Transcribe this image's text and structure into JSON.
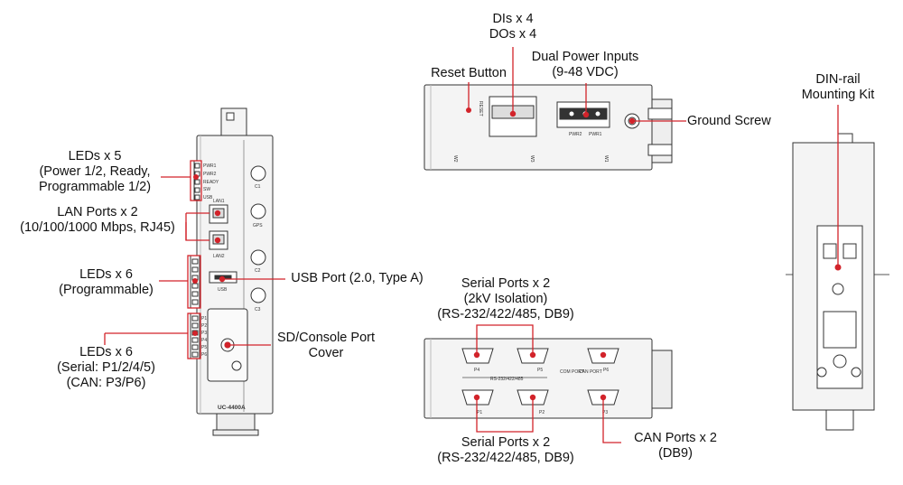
{
  "colors": {
    "callout": "#d2232a",
    "device": "#f4f4f4",
    "outline": "#333333"
  },
  "device_labels": {
    "model": "UC-4400A",
    "lan1": "LAN1",
    "lan2": "LAN2",
    "usb": "USB",
    "c1": "C1",
    "gps": "GPS",
    "c2": "C2",
    "c3": "C3",
    "reset": "RESET",
    "pwr2": "PWR2",
    "pwr1": "PWR1",
    "led_pwr1": "PWR1",
    "led_pwr2": "PWR2",
    "led_ready": "READY",
    "led_sw": "SW",
    "led_usb": "USB",
    "p1": "P1",
    "p2": "P2",
    "p3": "P3",
    "p4": "P4",
    "p5": "P5",
    "p6": "P6",
    "serial_range": "RS-232/422/485",
    "com_port": "COM PORT",
    "can_port": "CAN PORT",
    "w1": "W1",
    "w2": "W2",
    "w3": "W3"
  },
  "callouts": {
    "leds_5": [
      "LEDs x 5",
      "(Power 1/2, Ready,",
      "Programmable 1/2)"
    ],
    "lan_ports": [
      "LAN Ports x 2",
      "(10/100/1000 Mbps, RJ45)"
    ],
    "leds_6_prog": [
      "LEDs x 6",
      "(Programmable)"
    ],
    "leds_6_serial": [
      "LEDs x 6",
      "(Serial: P1/2/4/5)",
      "(CAN: P3/P6)"
    ],
    "usb_port": [
      "USB Port (2.0, Type A)"
    ],
    "sd_console": [
      "SD/Console Port",
      "Cover"
    ],
    "dis_dos": [
      "DIs x 4",
      "DOs x 4"
    ],
    "reset_button": [
      "Reset Button"
    ],
    "dual_power": [
      "Dual Power Inputs",
      "(9-48 VDC)"
    ],
    "ground_screw": [
      "Ground Screw"
    ],
    "din_rail": [
      "DIN-rail",
      "Mounting Kit"
    ],
    "serial_top": [
      "Serial Ports x 2",
      "(2kV Isolation)",
      "(RS-232/422/485, DB9)"
    ],
    "serial_bottom": [
      "Serial Ports x 2",
      "(RS-232/422/485, DB9)"
    ],
    "can_ports": [
      "CAN Ports x 2",
      "(DB9)"
    ]
  }
}
